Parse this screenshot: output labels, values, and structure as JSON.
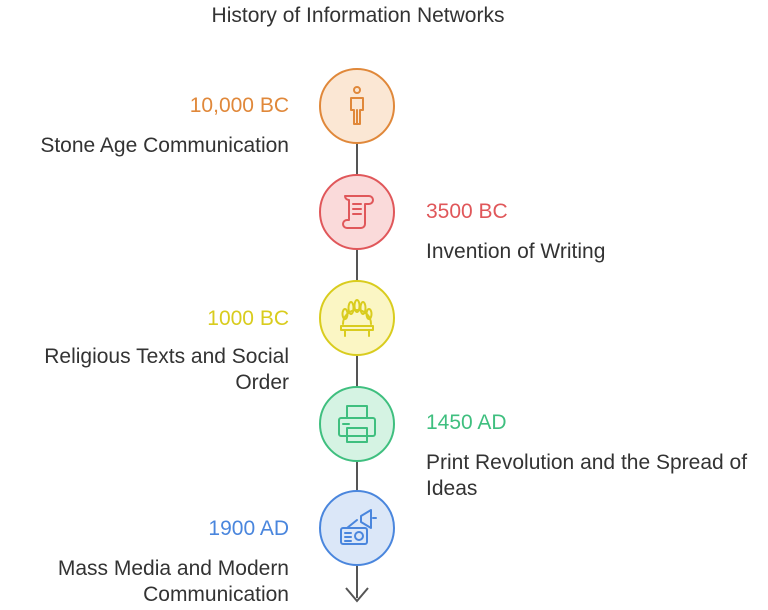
{
  "title": "History of Information Networks",
  "colors": {
    "orange": "#e0883a",
    "red": "#e0575a",
    "yellow": "#d9cc1e",
    "green": "#3fbf7f",
    "blue": "#4a86dd"
  },
  "events": [
    {
      "date": "10,000 BC",
      "label": "Stone Age Communication",
      "icon": "person-icon"
    },
    {
      "date": "3500 BC",
      "label": "Invention of Writing",
      "icon": "scroll-icon"
    },
    {
      "date": "1000 BC",
      "label": "Religious Texts and Social Order",
      "icon": "headdress-icon"
    },
    {
      "date": "1450 AD",
      "label": "Print Revolution and the Spread of Ideas",
      "icon": "printer-icon"
    },
    {
      "date": "1900 AD",
      "label": "Mass Media and Modern Communication",
      "icon": "radio-megaphone-icon"
    }
  ]
}
